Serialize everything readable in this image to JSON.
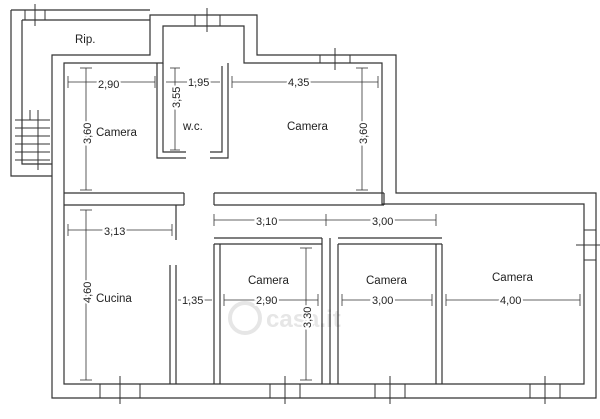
{
  "rooms": {
    "rip": "Rip.",
    "camera_top_left": "Camera",
    "wc": "w.c.",
    "camera_top_right": "Camera",
    "cucina": "Cucina",
    "camera_bottom_1": "Camera",
    "camera_bottom_2": "Camera",
    "camera_bottom_3": "Camera"
  },
  "dimensions": {
    "top_left_w": "2,90",
    "top_left_h": "3,60",
    "wc_h": "3,55",
    "wc_w": "1,95",
    "top_right_w": "4,35",
    "top_right_h": "3,60",
    "cucina_w": "3,13",
    "cucina_h": "4,60",
    "corridor_w": "1,35",
    "hall_w1": "3,10",
    "hall_w2": "3,00",
    "camera1_w": "2,90",
    "camera1_h": "3,30",
    "camera2_w": "3,00",
    "camera3_w": "4,00"
  },
  "watermark": "casa.it"
}
